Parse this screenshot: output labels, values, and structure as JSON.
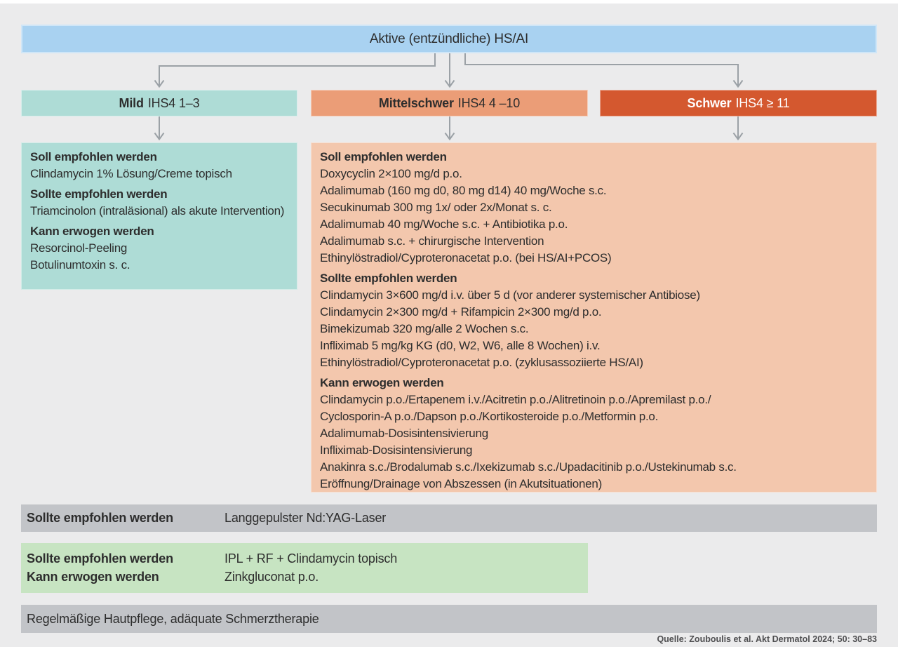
{
  "root_box": {
    "label": "Aktive (entzündliche) HS/AI"
  },
  "severity": {
    "mild": {
      "bold": "Mild",
      "rest": "IHS4 1–3"
    },
    "moderate": {
      "bold": "Mittelschwer",
      "rest": "IHS4 4 –10"
    },
    "severe": {
      "bold": "Schwer",
      "rest": "IHS4 ≥ 11"
    }
  },
  "mild_box": {
    "sections": [
      {
        "heading": "Soll empfohlen werden",
        "items": [
          "Clindamycin 1% Lösung/Creme topisch"
        ]
      },
      {
        "heading": "Sollte empfohlen werden",
        "items": [
          "Triamcinolon (intraläsional) als akute Intervention)"
        ]
      },
      {
        "heading": "Kann erwogen werden",
        "items": [
          "Resorcinol-Peeling",
          "Botulinumtoxin s. c."
        ]
      }
    ]
  },
  "ms_box": {
    "sections": [
      {
        "heading": "Soll empfohlen werden",
        "items": [
          "Doxycyclin 2×100 mg/d p.o.",
          "Adalimumab (160 mg d0, 80 mg d14) 40 mg/Woche s.c.",
          "Secukinumab 300 mg 1x/ oder 2x/Monat s. c.",
          "Adalimumab 40 mg/Woche s.c. + Antibiotika p.o.",
          "Adalimumab s.c. + chirurgische Intervention",
          "Ethinylöstradiol/Cyproteronacetat p.o. (bei HS/AI+PCOS)"
        ]
      },
      {
        "heading": "Sollte empfohlen werden",
        "items": [
          "Clindamycin 3×600 mg/d i.v. über 5 d (vor anderer systemischer Antibiose)",
          "Clindamycin 2×300 mg/d + Rifampicin 2×300 mg/d p.o.",
          "Bimekizumab 320 mg/alle 2 Wochen s.c.",
          "Infliximab 5 mg/kg KG (d0, W2, W6, alle 8 Wochen) i.v.",
          "Ethinylöstradiol/Cyproteronacetat p.o. (zyklusassoziierte HS/AI)"
        ]
      },
      {
        "heading": "Kann erwogen werden",
        "items": [
          "Clindamycin p.o./Ertapenem i.v./Acitretin p.o./Alitretinoin p.o./Apremilast p.o./",
          "Cyclosporin-A p.o./Dapson p.o./Kortikosteroide p.o./Metformin p.o.",
          "Adalimumab-Dosisintensivierung",
          "Infliximab-Dosisintensivierung",
          "Anakinra s.c./Brodalumab s.c./Ixekizumab s.c./Upadacitinib p.o./Ustekinumab s.c.",
          "Eröffnung/Drainage von Abszessen (in Akutsituationen)"
        ]
      }
    ]
  },
  "laser_bar": {
    "label": "Sollte empfohlen werden",
    "value": "Langgepulster Nd:YAG-Laser"
  },
  "adjunct_box": {
    "rows": [
      {
        "label": "Sollte empfohlen werden",
        "value": "IPL + RF + Clindamycin topisch"
      },
      {
        "label": "Kann erwogen werden",
        "value": "Zinkgluconat p.o."
      }
    ]
  },
  "care_bar": {
    "text": "Regelmäßige Hautpflege, adäquate Schmerztherapie"
  },
  "source": {
    "text": "Quelle: Zouboulis et al. Akt Dermatol 2024; 50: 30–83"
  },
  "colors": {
    "page_background": "#ebebec",
    "root_blue": "#a9d2f1",
    "mild_teal": "#aedcd6",
    "moderate_salmon": "#eb9d77",
    "severe_orange": "#d4582f",
    "moderate_severe_fill": "#f3c7ad",
    "gray_bar": "#c2c4c8",
    "adjunct_green": "#c7e4c2",
    "arrow_gray": "#9ba1a6",
    "text_dark": "#2d2d2d"
  }
}
